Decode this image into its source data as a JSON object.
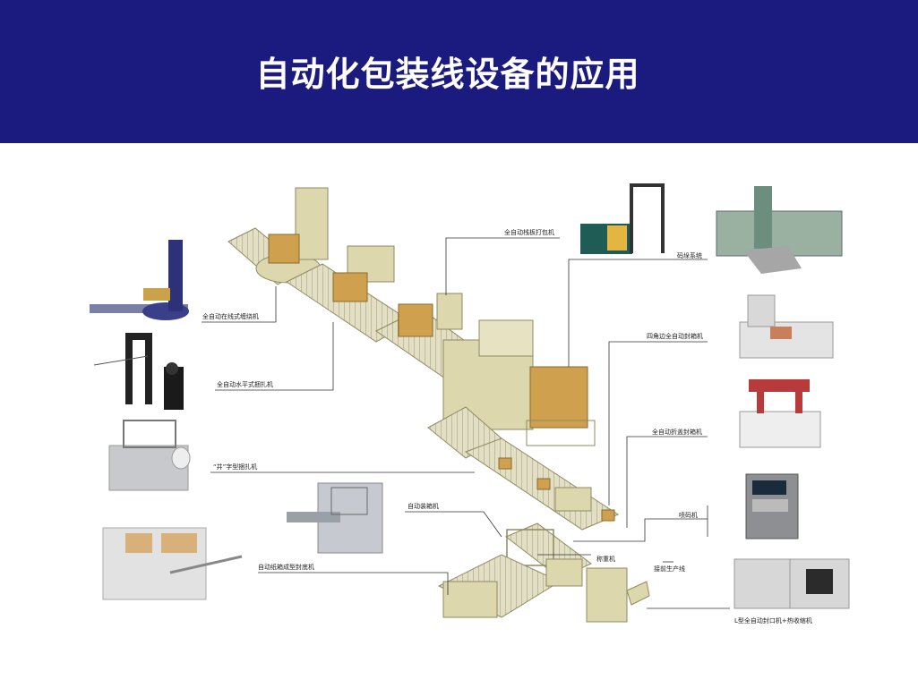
{
  "title": "自动化包装线设备的应用",
  "labels": {
    "wrap_machine": "全自动在线式缠绕机",
    "horizontal_strapper": "全自动水平式捆扎机",
    "cross_strapper": "“井”字型捆扎机",
    "case_erector": "自动纸箱成型封底机",
    "pallet_strapper": "全自动栈板打包机",
    "palletizer": "码垛系统",
    "four_corner_sealer": "四角边全自动封箱机",
    "flap_sealer": "全自动折盖封箱机",
    "inkjet_printer": "喷码机",
    "case_packer": "自动装箱机",
    "check_weigher": "称重机",
    "upstream_line": "接前生产线",
    "l_sealer_shrink": "L型全自动封口机+热收缩机"
  },
  "colors": {
    "header": "#1b1a7e",
    "machine_body": "#dcd7ad",
    "machine_edge": "#8f8a62",
    "box": "#cfa14f",
    "leader_line": "#333333"
  }
}
